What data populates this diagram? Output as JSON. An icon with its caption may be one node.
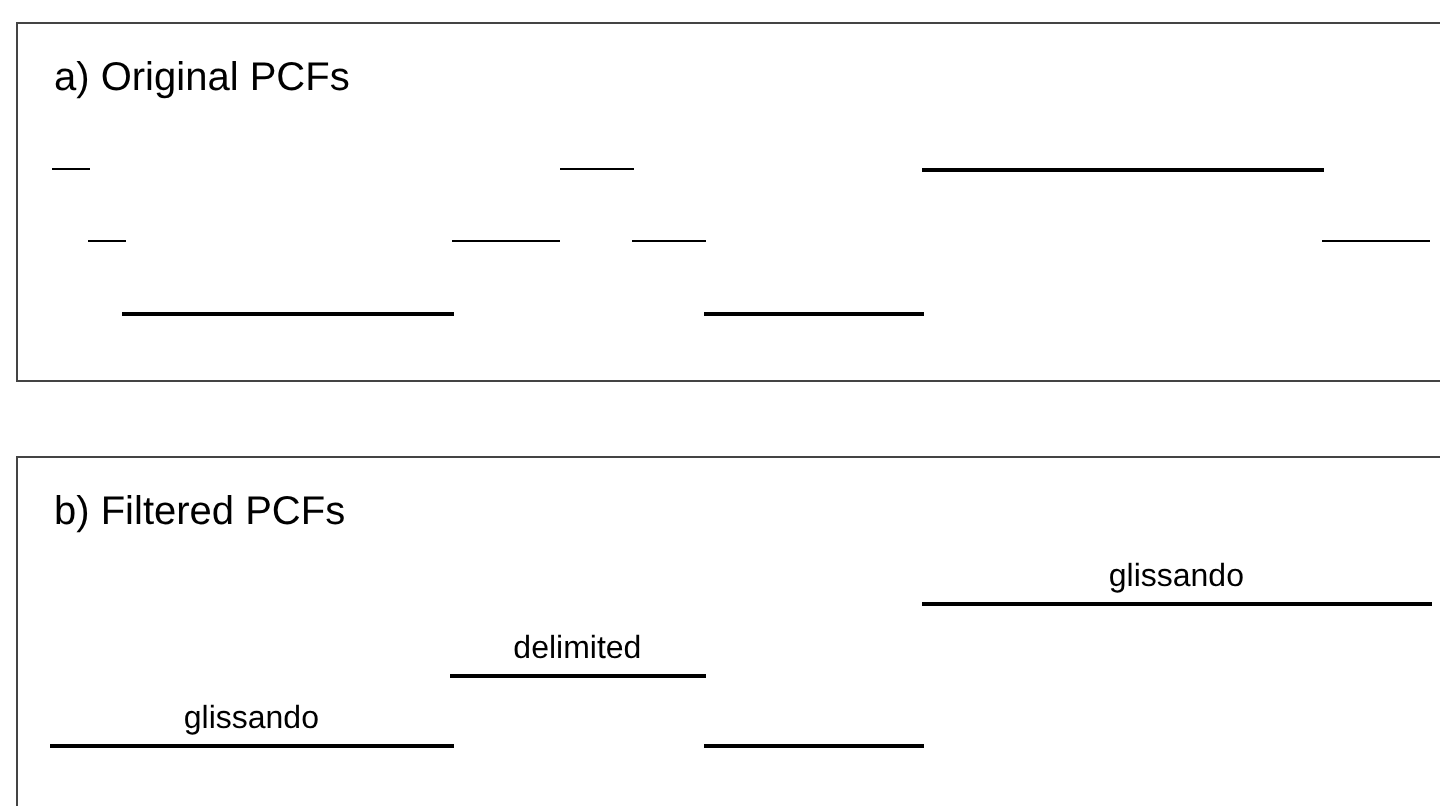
{
  "diagram": {
    "nodes": [
      {
        "text": [
          "a) Original PCFs"
        ]
      },
      {
        "text": [],
        "shape": "bar",
        "in": 0
      },
      {
        "text": [],
        "shape": "bar",
        "in": 0
      },
      {
        "text": [],
        "shape": "bar",
        "in": 0
      },
      {
        "text": [],
        "shape": "bar",
        "in": 0
      },
      {
        "text": [],
        "shape": "bar",
        "in": 0
      },
      {
        "text": [],
        "shape": "bar",
        "in": 0
      },
      {
        "text": [],
        "shape": "bar",
        "in": 0
      },
      {
        "text": [],
        "shape": "bar",
        "in": 0
      },
      {
        "text": [],
        "shape": "bar",
        "in": 0
      },
      {
        "text": [
          "b) Filtered PCFs"
        ]
      },
      {
        "text": [
          "glissando"
        ],
        "in": 10
      },
      {
        "text": [
          "delimited"
        ],
        "in": 10
      },
      {
        "text": [
          "glissando"
        ],
        "in": 10
      },
      {
        "text": [],
        "shape": "bar",
        "in": 10
      }
    ]
  }
}
